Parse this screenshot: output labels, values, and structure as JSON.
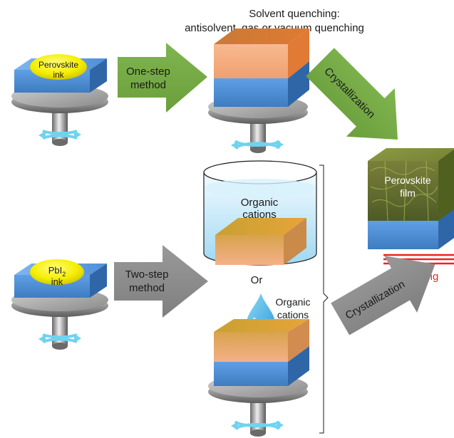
{
  "header": {
    "line1": "Solvent quenching:",
    "line2": "antisolvent, gas or vacuum quenching"
  },
  "one_step": {
    "ink_line1": "Perovskite",
    "ink_line2": "ink",
    "arrow_line1": "One-step",
    "arrow_line2": "method",
    "crystallization": "Crystallization"
  },
  "two_step": {
    "ink_line1": "PbI",
    "ink_sub": "2",
    "ink_line2": "ink",
    "arrow_line1": "Two-step",
    "arrow_line2": "method",
    "beaker_line1": "Organic",
    "beaker_line2": "cations",
    "or": "Or",
    "drop_line1": "Organic",
    "drop_line2": "cations",
    "crystallization": "Crystallization"
  },
  "result": {
    "film_line1": "Perovskite",
    "film_line2": "film",
    "annealing": "Annealing"
  },
  "colors": {
    "green_arrow": "#77ac47",
    "gray_arrow": "#8c8c8c",
    "substrate_blue": "#4f90d6",
    "perovskite_orange": "#f2a779",
    "ink_yellow": "#f5f000",
    "annealing_red": "#ee2222",
    "spin_cyan": "#6fd3f0"
  },
  "icons": [
    "spin-rotation-icon",
    "droplet-icon",
    "heater-coil-icon",
    "bracket-icon"
  ]
}
